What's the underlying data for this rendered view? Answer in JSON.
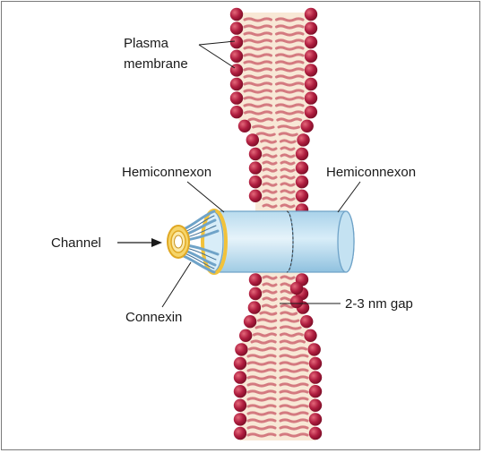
{
  "labels": {
    "plasma_membrane_line1": "Plasma",
    "plasma_membrane_line2": "membrane",
    "hemiconnexon_left": "Hemiconnexon",
    "hemiconnexon_right": "Hemiconnexon",
    "channel": "Channel",
    "connexin": "Connexin",
    "gap": "2-3 nm gap"
  },
  "colors": {
    "lipid_head": "#a5173a",
    "lipid_head_highlight": "#d9495f",
    "lipid_tail": "#d37c80",
    "bilayer_fill": "#f7e6d3",
    "tube_fill": "#cfe7f3",
    "tube_stroke": "#6fa3c8",
    "collar": "#f2c23a",
    "subunit": "#6fa3c8"
  }
}
